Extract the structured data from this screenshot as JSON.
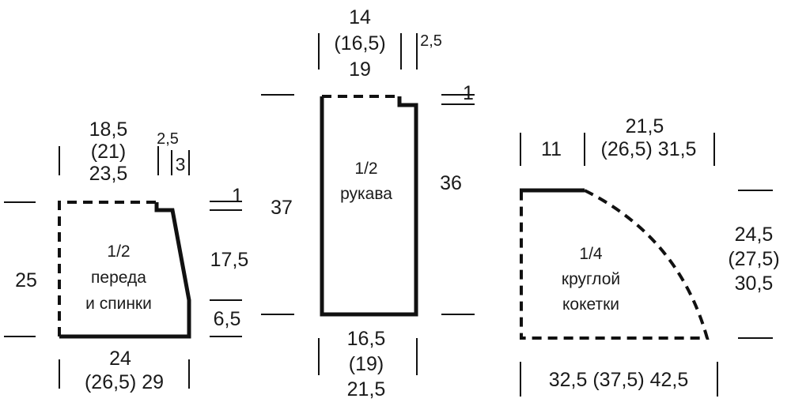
{
  "colors": {
    "ink": "#111111",
    "background": "#ffffff"
  },
  "front_back": {
    "label": [
      "1/2",
      "переда",
      "и спинки"
    ],
    "top_width": [
      "18,5",
      "(21)",
      "23,5"
    ],
    "shoulder_step": "2,5",
    "shoulder_drop": "3",
    "neck_drop": "1",
    "height": "25",
    "armhole": "17,5",
    "side": "6,5",
    "bottom_width": [
      "24",
      "(26,5) 29"
    ]
  },
  "sleeve": {
    "label": [
      "1/2",
      "рукава"
    ],
    "top_width": [
      "14",
      "(16,5)",
      "19"
    ],
    "top_step": "2,5",
    "top_drop": "1",
    "left_height": "37",
    "right_height": "36",
    "bottom_width": [
      "16,5",
      "(19)",
      "21,5"
    ]
  },
  "yoke": {
    "label": [
      "1/4",
      "круглой",
      "кокетки"
    ],
    "top_left": "11",
    "top_right": "21,5",
    "top_right_line2": "(26,5) 31,5",
    "height": [
      "24,5",
      "(27,5)",
      "30,5"
    ],
    "bottom_width": "32,5 (37,5) 42,5"
  }
}
